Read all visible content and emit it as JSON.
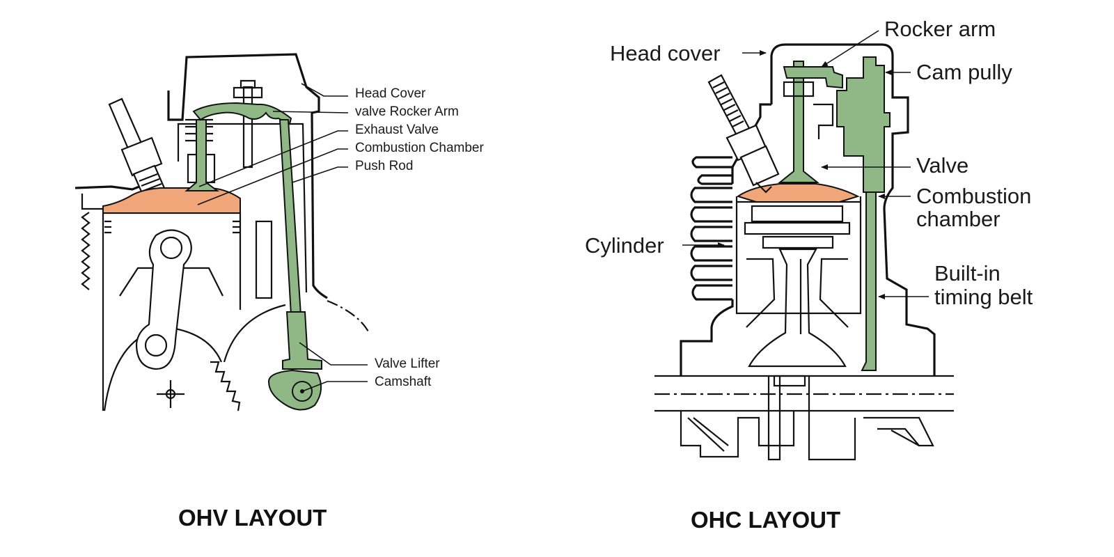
{
  "ohv": {
    "title": "OHV LAYOUT",
    "labels": {
      "head_cover": "Head Cover",
      "rocker_arm": "valve Rocker Arm",
      "exhaust_valve": "Exhaust Valve",
      "combustion_chamber": "Combustion Chamber",
      "push_rod": "Push Rod",
      "valve_lifter": "Valve Lifter",
      "camshaft": "Camshaft"
    }
  },
  "ohc": {
    "title": "OHC LAYOUT",
    "labels": {
      "rocker_arm": "Rocker arm",
      "head_cover": "Head cover",
      "cam_pully": "Cam pully",
      "valve": "Valve",
      "combustion_1": "Combustion",
      "combustion_2": "chamber",
      "cylinder": "Cylinder",
      "timing_1": "Built-in",
      "timing_2": "timing belt"
    }
  },
  "colors": {
    "valve_train_green": "#8fb886",
    "combustion_orange": "#f0a678",
    "line": "#111111"
  }
}
